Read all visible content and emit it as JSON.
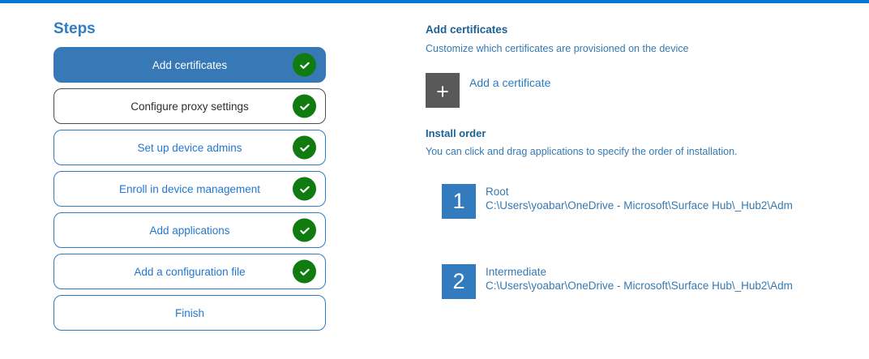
{
  "colors": {
    "accent_bar": "#0078D7",
    "selected_step_blue": "#3778B6",
    "step_border_blue": "#2E7CC9",
    "step_text_blue": "#2377CE",
    "hover_step_border_gray": "#4D4D4D",
    "check_green": "#107C10",
    "add_tile_gray": "#595959",
    "order_tile_blue": "#317BBE",
    "heading_blue": "#1D6094",
    "body_text_blue": "#3579B2"
  },
  "steps_panel": {
    "title": "Steps",
    "items": [
      {
        "label": "Add certificates",
        "state": "selected",
        "checked": true
      },
      {
        "label": "Configure proxy settings",
        "state": "hover",
        "checked": true
      },
      {
        "label": "Set up device admins",
        "state": "default",
        "checked": true
      },
      {
        "label": "Enroll in device management",
        "state": "default",
        "checked": true
      },
      {
        "label": "Add applications",
        "state": "default",
        "checked": true
      },
      {
        "label": "Add a configuration file",
        "state": "default",
        "checked": true
      },
      {
        "label": "Finish",
        "state": "default",
        "checked": false
      }
    ]
  },
  "content": {
    "section_title": "Add certificates",
    "section_subtitle": "Customize which certificates are provisioned on the device",
    "add_button": {
      "icon": "plus-icon",
      "glyph": "+",
      "label": "Add a certificate"
    },
    "install_order": {
      "title": "Install order",
      "subtitle": "You can click and drag applications to specify the order of installation.",
      "items": [
        {
          "number": "1",
          "name": "Root",
          "path": "C:\\Users\\yoabar\\OneDrive - Microsoft\\Surface Hub\\_Hub2\\Adm"
        },
        {
          "number": "2",
          "name": "Intermediate",
          "path": "C:\\Users\\yoabar\\OneDrive - Microsoft\\Surface Hub\\_Hub2\\Adm"
        }
      ]
    }
  }
}
